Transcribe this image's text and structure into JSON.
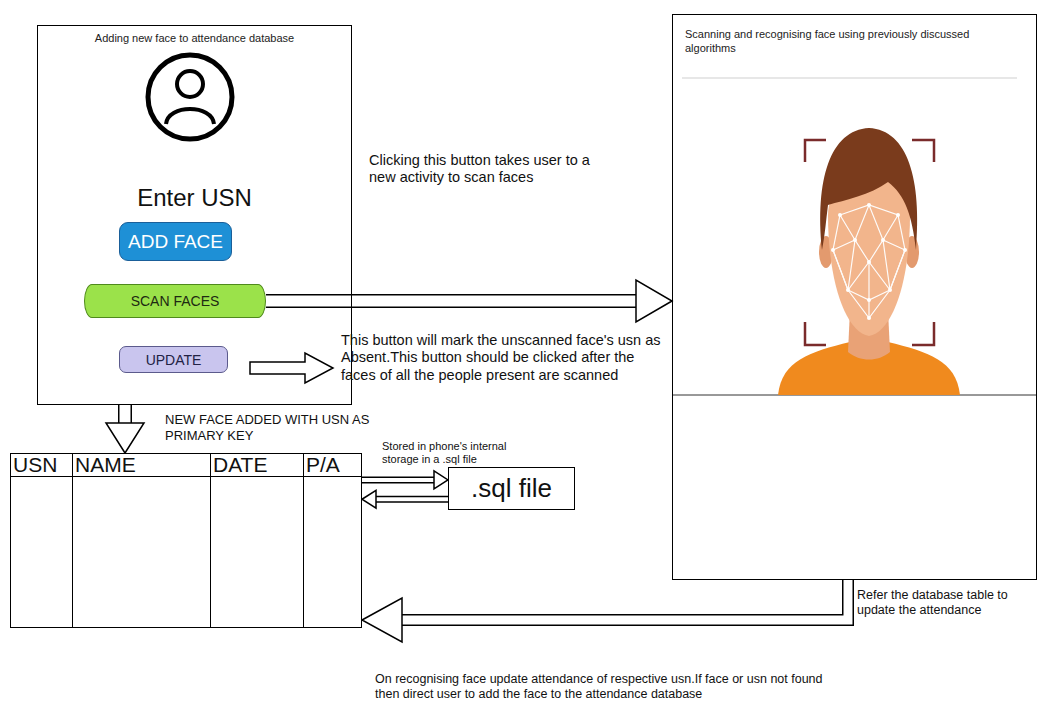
{
  "diagram": {
    "nodes": [
      {
        "text": [
          "Adding new face to attendance database",
          "Enter USN"
        ]
      },
      {
        "text": [
          "ADD FACE"
        ],
        "in": 0
      },
      {
        "text": [
          "SCAN FACES"
        ],
        "in": 0
      },
      {
        "text": [
          "UPDATE"
        ],
        "in": 0
      },
      {
        "text": [
          "Scanning and recognising face using previously discussed algorithms"
        ]
      },
      {
        "text": [
          "USN",
          "NAME",
          "DATE",
          "P/A"
        ]
      },
      {
        "text": [
          ".sql file"
        ]
      }
    ],
    "edges": [
      {
        "from": 2,
        "to": 4,
        "arrow": "to"
      },
      {
        "from": 0,
        "to": 5,
        "arrow": "to"
      },
      {
        "from": 5,
        "to": 6,
        "arrow": "to"
      },
      {
        "from": 6,
        "to": 5,
        "arrow": "to"
      },
      {
        "from": 4,
        "to": 5,
        "arrow": "to"
      }
    ],
    "labels": [
      "Clicking this button takes user to a new activity to scan faces",
      "This button will mark the unscanned face's usn as Absent.This button should be clicked after the faces of all the people present are scanned",
      "NEW FACE ADDED WITH USN AS PRIMARY KEY",
      "Stored in phone's internal storage in a .sql file",
      "Refer the database table to update the attendance",
      "On recognising face update attendance of respective usn.If face or usn not found then direct user to add the face to the attendance database"
    ]
  }
}
